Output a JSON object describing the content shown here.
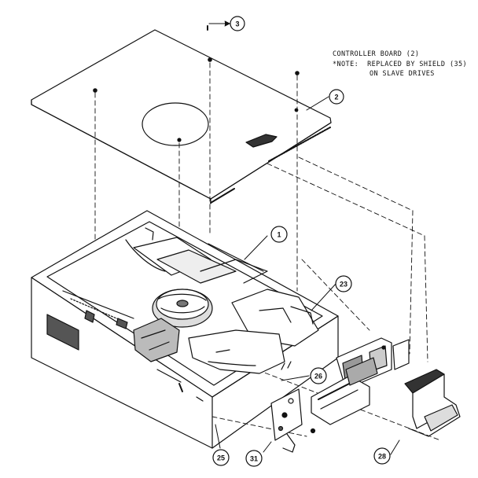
{
  "note": {
    "line1": "CONTROLLER BOARD (2)",
    "line2": "*NOTE:  REPLACED BY SHIELD (35)",
    "line3": "ON SLAVE DRIVES"
  },
  "callouts": {
    "c3": "3",
    "c2": "2",
    "c1": "1",
    "c23": "23",
    "c26": "26",
    "c25": "25",
    "c31": "31",
    "c28": "28"
  }
}
